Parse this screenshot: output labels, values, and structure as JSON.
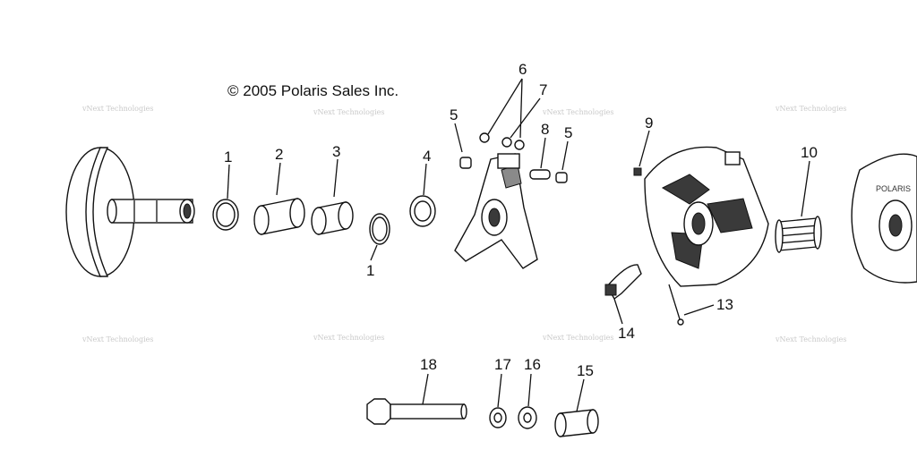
{
  "copyright": "© 2005 Polaris Sales Inc.",
  "watermark": "vNext Technologies",
  "brand_embossing": "POLARIS",
  "callouts": [
    "1",
    "2",
    "3",
    "4",
    "5",
    "6",
    "7",
    "8",
    "5",
    "9",
    "10",
    "13",
    "14",
    "1",
    "18",
    "17",
    "16",
    "15"
  ]
}
